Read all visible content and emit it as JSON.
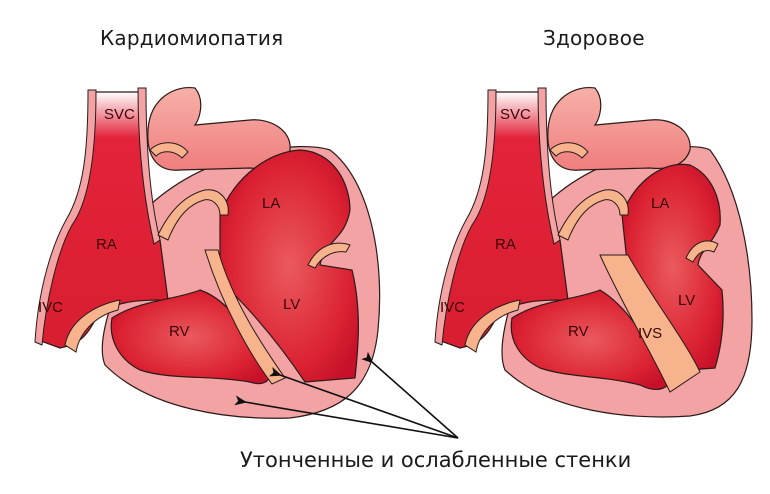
{
  "titles": {
    "left": "Кардиомиопатия",
    "right": "Здоровое"
  },
  "caption": "Утонченные и ослабленные стенки",
  "left_heart": {
    "labels": {
      "svc": "SVC",
      "ra": "RA",
      "ivc": "IVC",
      "rv": "RV",
      "la": "LA",
      "lv": "LV"
    }
  },
  "right_heart": {
    "labels": {
      "svc": "SVC",
      "ra": "RA",
      "ivc": "IVC",
      "rv": "RV",
      "la": "LA",
      "lv": "LV",
      "ivs": "IVS"
    }
  },
  "colors": {
    "chamber_red": "#d9202e",
    "wall_peach": "#f7b48c",
    "outer_pink": "#f3a3a3",
    "vessel_light": "#f08a8a",
    "outline": "#2b1a1a",
    "arrow": "#111111"
  }
}
